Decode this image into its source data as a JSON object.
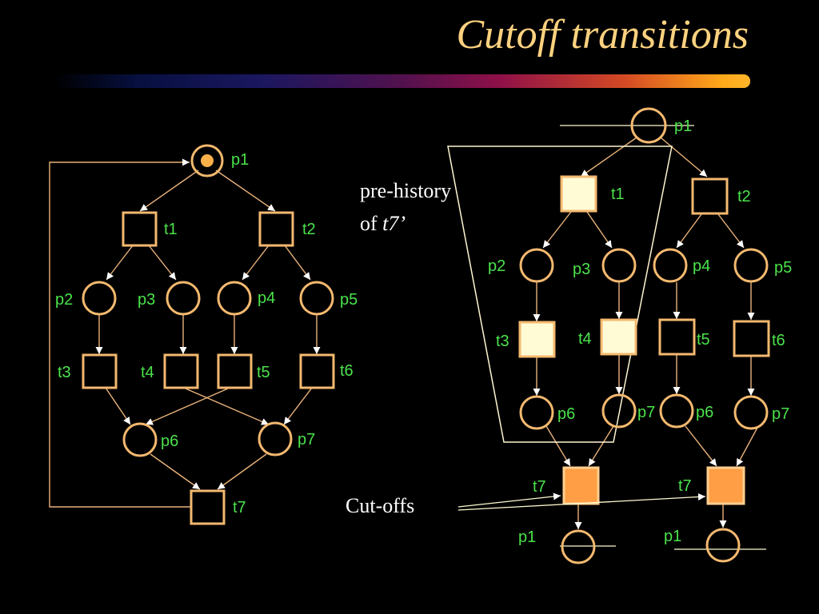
{
  "slide": {
    "title": "Cutoff transitions",
    "annotation_prehistory_line1": "pre-history",
    "annotation_prehistory_of": "of ",
    "annotation_prehistory_target": "t7’",
    "annotation_cutoffs": "Cut-offs",
    "colors": {
      "background": "#000000",
      "title": "#ffd27f",
      "node_outline": "#f4b96f",
      "label": "#4be34b",
      "prehistory_fill": "#fffbd4",
      "cutoff_fill": "#ff9e45",
      "token": "#fbb04a"
    }
  },
  "left_net": {
    "places": {
      "p1": "p1",
      "p2": "p2",
      "p3": "p3",
      "p4": "p4",
      "p5": "p5",
      "p6": "p6",
      "p7": "p7"
    },
    "transitions": {
      "t1": "t1",
      "t2": "t2",
      "t3": "t3",
      "t4": "t4",
      "t5": "t5",
      "t6": "t6",
      "t7": "t7"
    },
    "marked_place": "p1"
  },
  "unfolding": {
    "places": {
      "p1_top": "p1",
      "p2": "p2",
      "p3": "p3",
      "p4": "p4",
      "p5": "p5",
      "p6_a": "p6",
      "p7_a": "p7",
      "p6_b": "p6",
      "p7_b": "p7",
      "p1_bottom_a": "p1",
      "p1_bottom_b": "p1"
    },
    "transitions": {
      "t1": "t1",
      "t2": "t2",
      "t3": "t3",
      "t4": "t4",
      "t5": "t5",
      "t6": "t6",
      "t7_a": "t7",
      "t7_b": "t7"
    }
  }
}
